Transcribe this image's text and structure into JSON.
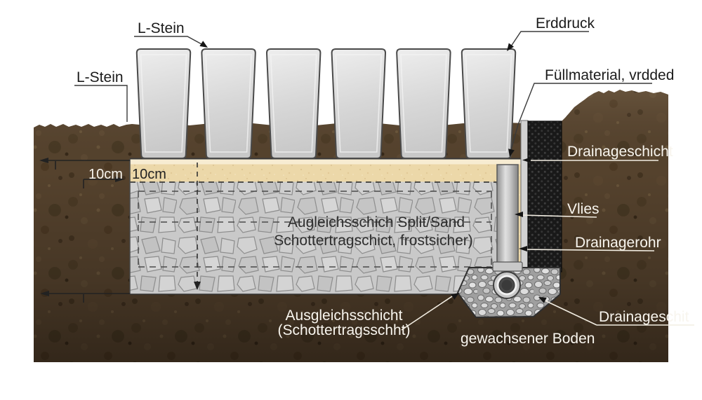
{
  "diagram": {
    "type": "construction-cross-section",
    "labels": {
      "l_stein_top": "L-Stein",
      "l_stein_left": "L-Stein",
      "erddruck": "Erddruck",
      "fuellmaterial": "Füllmaterial, vrdded",
      "drainageschicht": "Drainageschicht",
      "vlies": "Vlies",
      "drainagerohr": "Drainagerohr",
      "drainageschit": "Drainageschit",
      "gewachsener_boden": "gewachsener Boden",
      "ausgleichsschicht_line1": "Ausgleichsschicht",
      "ausgleichsschicht_line2": "(Schottertragsschht)",
      "gravel_label_line1": "Augleichsschich Split/Sand",
      "gravel_label_line2": "Schottertragschict, frostsicher)",
      "dim_left": "10cm",
      "dim_inner": "10cm"
    },
    "colors": {
      "soil": "#55422d",
      "sand": "#ecd8a9",
      "gravel": "#c9c9c9",
      "stone": "#d9d9d9",
      "drain_mat": "#191919",
      "label_dark": "#1b1b1b",
      "label_light": "#f8f5ee"
    }
  }
}
